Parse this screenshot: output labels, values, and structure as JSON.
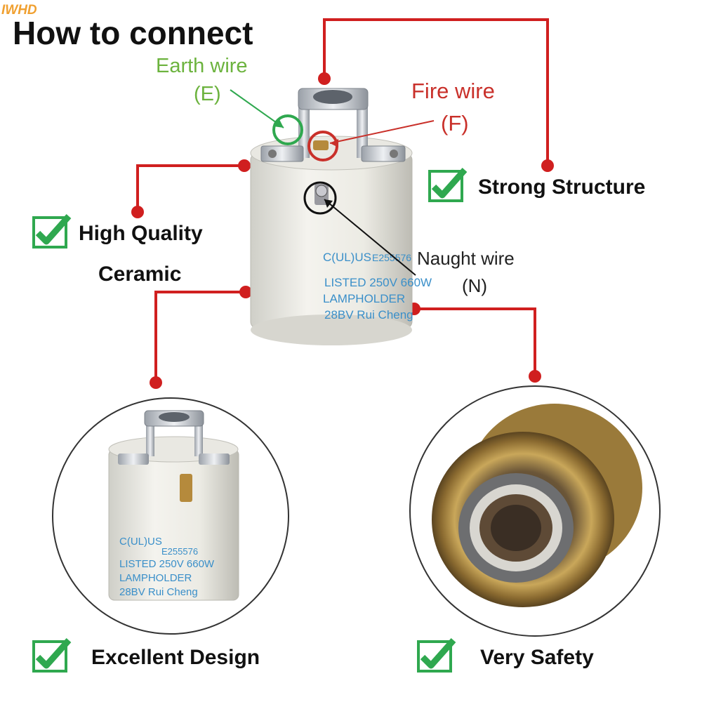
{
  "brand": "IWHD",
  "title": "How to connect",
  "wires": {
    "earth": {
      "name": "Earth wire",
      "code": "(E)"
    },
    "fire": {
      "name": "Fire wire",
      "code": "(F)"
    },
    "naught": {
      "name": "Naught wire",
      "code": "(N)"
    }
  },
  "features": {
    "strong": "Strong Structure",
    "quality_line1": "High Quality",
    "quality_line2": "Ceramic",
    "design": "Excellent Design",
    "safety": "Very Safety"
  },
  "socket_print": {
    "mark": "US",
    "line1": "E255576",
    "line2_a": "LISTED",
    "line2_b": "250V 660W",
    "line3": "LAMPHOLDER",
    "line4": "28BV Rui Cheng"
  },
  "colors": {
    "connector": "#d01f1f",
    "earth": "#6cb33e",
    "fire": "#c9302a",
    "check_green": "#2fa84f",
    "print_blue": "#3a8fc9",
    "brass": "#b08a3a"
  },
  "icons": [
    "check-icon",
    "earth-marker-circle",
    "fire-marker-circle",
    "naught-marker-circle"
  ]
}
